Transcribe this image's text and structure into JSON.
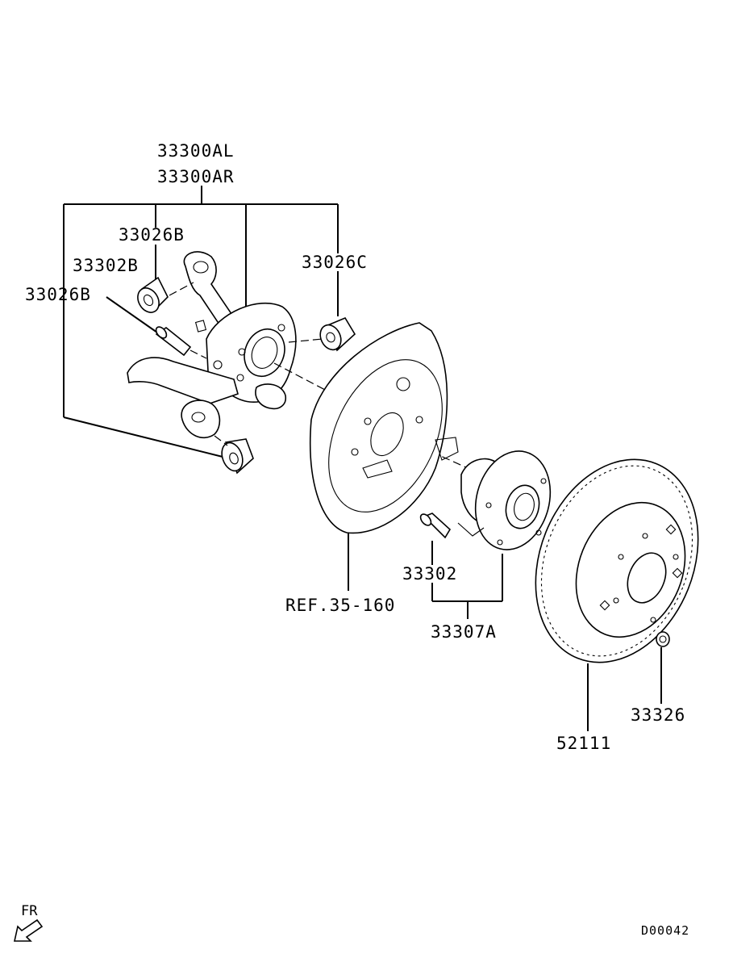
{
  "labels": {
    "knuckle_l": "33300AL",
    "knuckle_r": "33300AR",
    "bush_upper": "33026B",
    "bolt_left": "33302B",
    "bush_left": "33026B",
    "bush_right": "33026C",
    "ref": "REF.35-160",
    "hub_bolt": "33302",
    "hub": "33307A",
    "rotor": "52111",
    "screw": "33326"
  },
  "corner": {
    "direction": "FR",
    "diagram_code": "D00042"
  }
}
